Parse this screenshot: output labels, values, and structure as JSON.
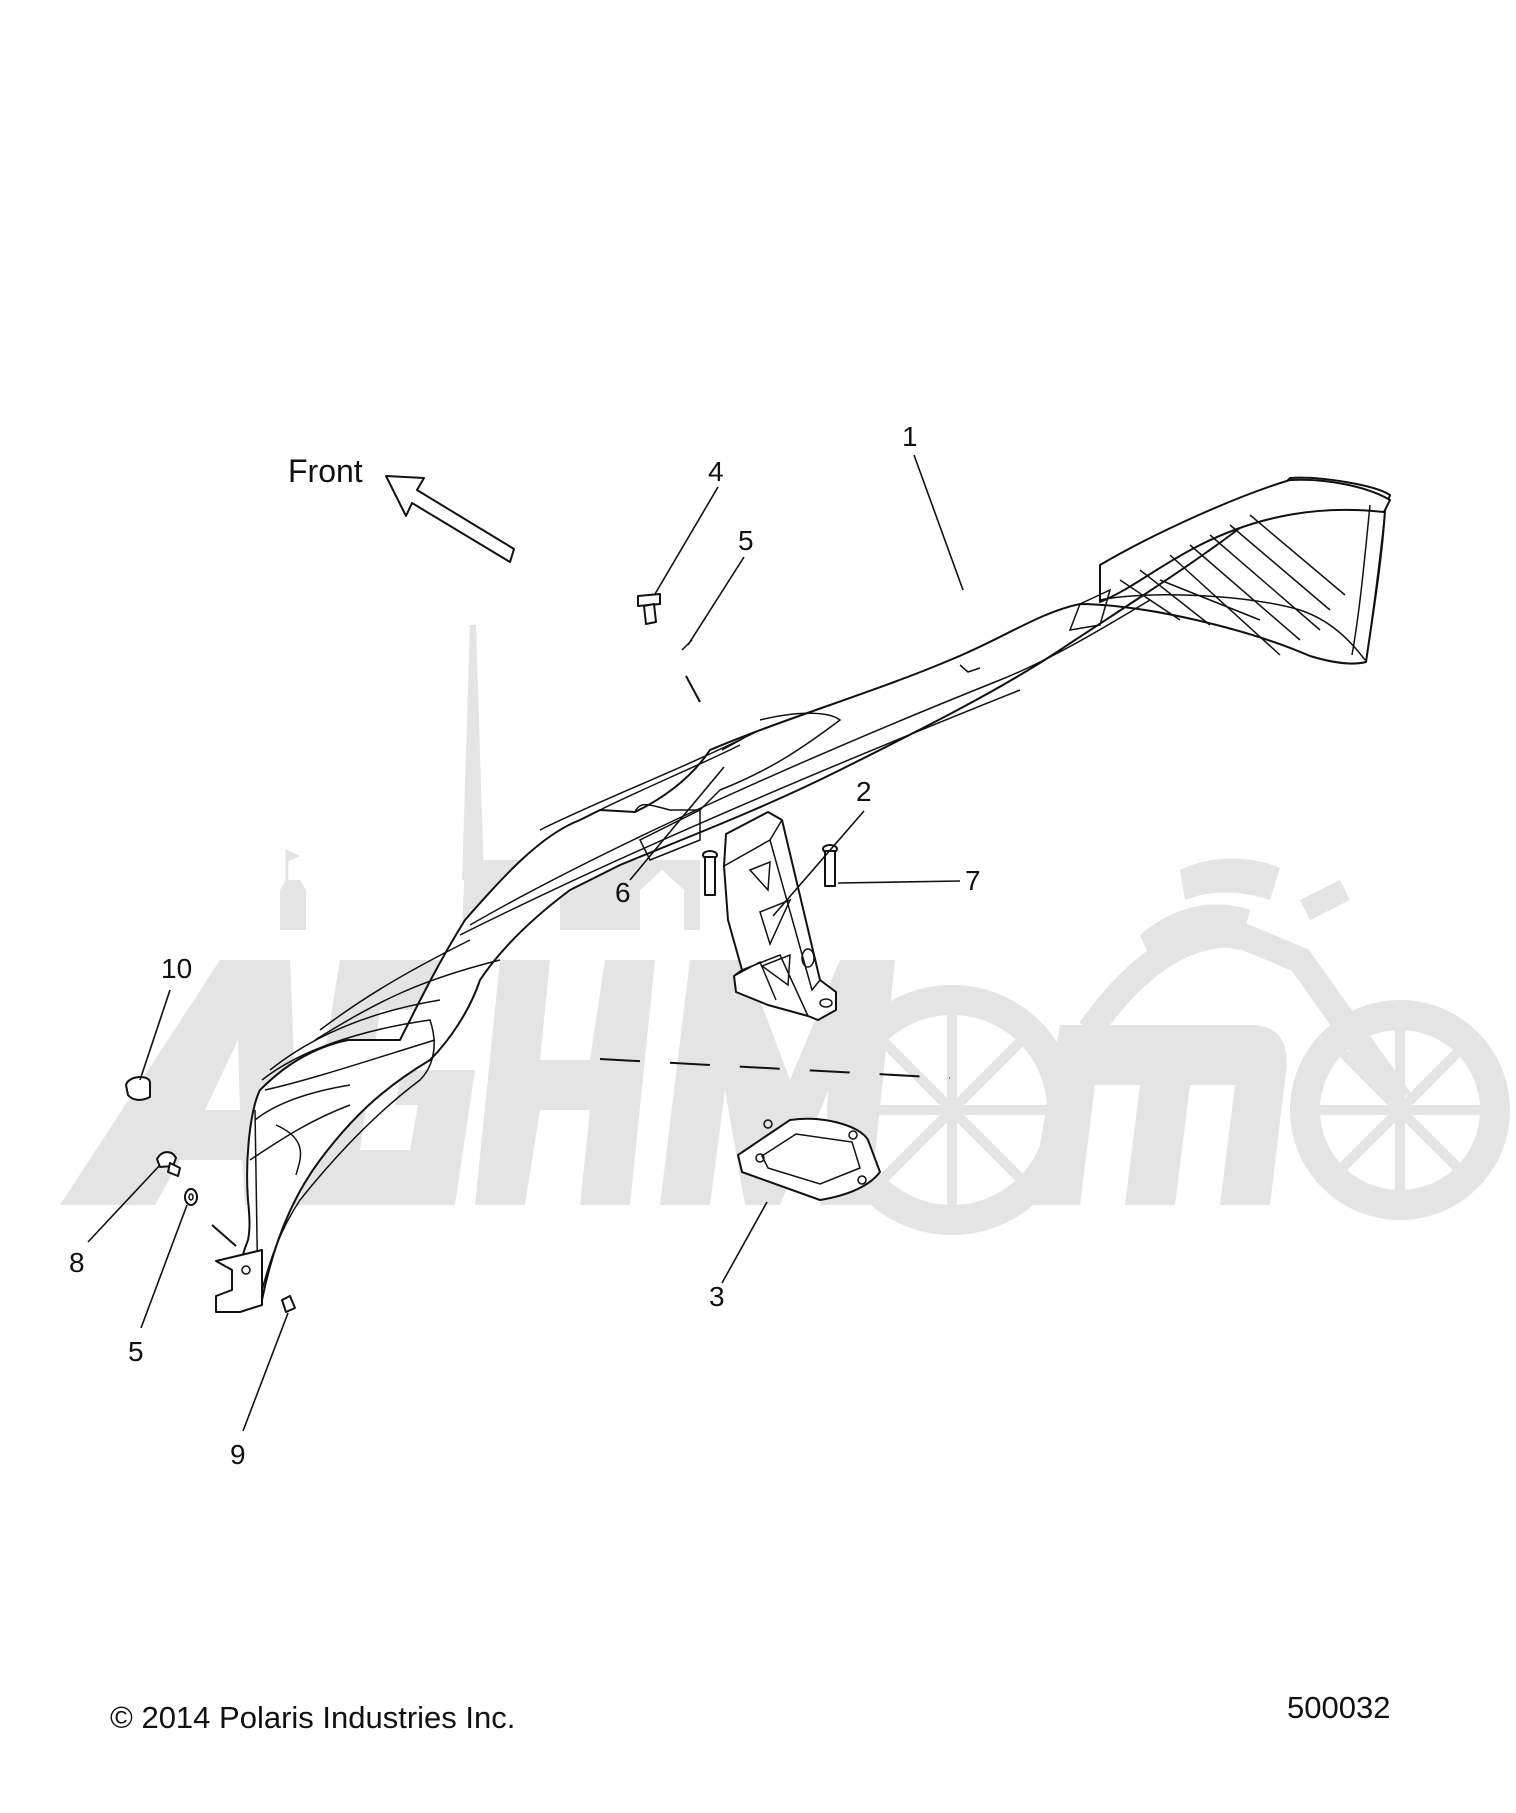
{
  "diagram": {
    "front_label": "Front",
    "callouts": [
      {
        "id": "c1",
        "text": "1"
      },
      {
        "id": "c2",
        "text": "2"
      },
      {
        "id": "c3",
        "text": "3"
      },
      {
        "id": "c4",
        "text": "4"
      },
      {
        "id": "c5a",
        "text": "5"
      },
      {
        "id": "c5b",
        "text": "5"
      },
      {
        "id": "c6",
        "text": "6"
      },
      {
        "id": "c7",
        "text": "7"
      },
      {
        "id": "c8",
        "text": "8"
      },
      {
        "id": "c9",
        "text": "9"
      },
      {
        "id": "c10",
        "text": "10"
      }
    ],
    "watermark": "AGHMoto",
    "copyright": "© 2014 Polaris Industries Inc.",
    "diagram_number": "500032"
  }
}
